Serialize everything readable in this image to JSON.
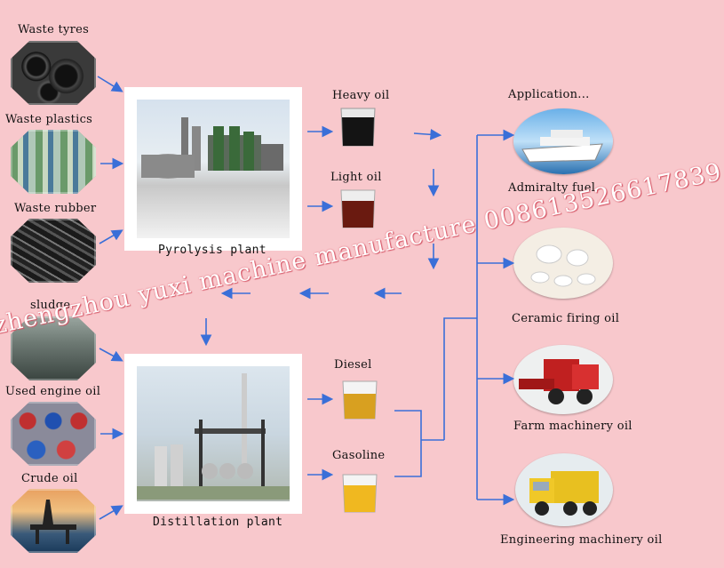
{
  "inputs": [
    {
      "label": "Waste tyres"
    },
    {
      "label": "Waste plastics"
    },
    {
      "label": "Waste rubber"
    },
    {
      "label": "sludge"
    },
    {
      "label": "Used engine oil"
    },
    {
      "label": "Crude oil"
    }
  ],
  "plants": {
    "pyrolysis": "Pyrolysis plant",
    "distillation": "Distillation plant"
  },
  "oils": {
    "heavy": "Heavy oil",
    "light": "Light oil",
    "diesel": "Diesel",
    "gasoline": "Gasoline"
  },
  "applications": {
    "heading": "Application...",
    "items": [
      {
        "label": "Admiralty fuel"
      },
      {
        "label": "Ceramic firing oil"
      },
      {
        "label": "Farm machinery oil"
      },
      {
        "label": "Engineering machinery oil"
      }
    ]
  },
  "watermark": "zhengzhou yuxi machine manufacture 008613526617839",
  "colors": {
    "background": "#f8c8cc",
    "arrow": "#3a6fd8"
  }
}
